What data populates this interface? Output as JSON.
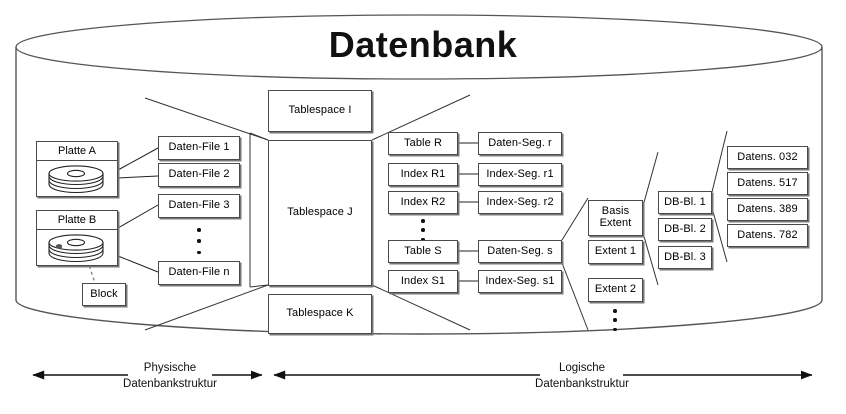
{
  "diagram": {
    "title": "Datenbank",
    "physical": {
      "disks": [
        {
          "name": "Platte A"
        },
        {
          "name": "Platte B"
        }
      ],
      "block_label": "Block",
      "data_files": [
        "Daten-File 1",
        "Daten-File 2",
        "Daten-File 3",
        "Daten-File n"
      ],
      "data_files_ellipsis": true
    },
    "tablespaces": [
      "Tablespace I",
      "Tablespace J",
      "Tablespace K"
    ],
    "objects": [
      "Table R",
      "Index R1",
      "Index R2",
      "Table S",
      "Index S1"
    ],
    "objects_ellipsis": true,
    "segments": [
      "Daten-Seg. r",
      "Index-Seg. r1",
      "Index-Seg. r2",
      "Daten-Seg. s",
      "Index-Seg. s1"
    ],
    "extents": [
      "Basis\nExtent",
      "Extent 1",
      "Extent 2"
    ],
    "extents_ellipsis": true,
    "db_blocks": [
      "DB-Bl. 1",
      "DB-Bl. 2",
      "DB-Bl. 3"
    ],
    "records": [
      "Datens. 032",
      "Datens. 517",
      "Datens. 389",
      "Datens. 782"
    ],
    "axes": [
      {
        "line1": "Physische",
        "line2": "Datenbankstruktur"
      },
      {
        "line1": "Logische",
        "line2": "Datenbankstruktur"
      }
    ],
    "colors": {
      "stroke": "#4a4a4a",
      "shadow": "#777777",
      "text": "#111111",
      "background": "#ffffff"
    }
  }
}
